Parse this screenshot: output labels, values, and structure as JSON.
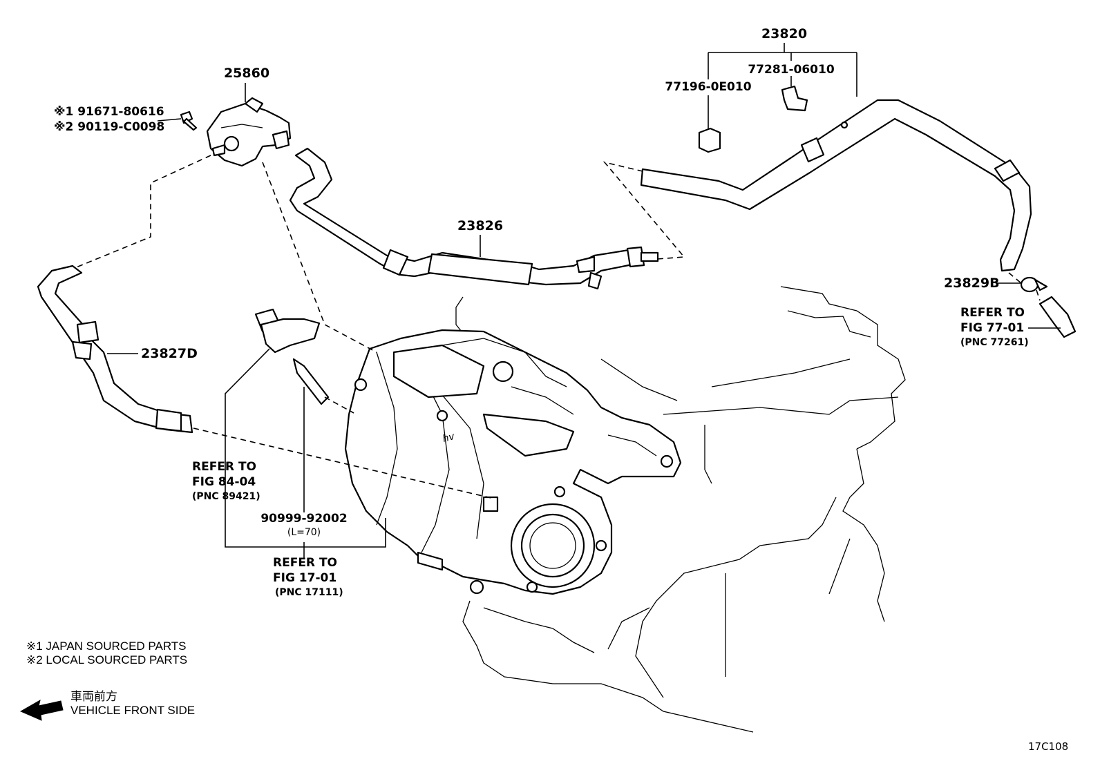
{
  "parts": {
    "p25860": "25860",
    "p23820": "23820",
    "p77281": "77281-06010",
    "p77196": "77196-0E010",
    "p23826": "23826",
    "p23827d": "23827D",
    "p23829b": "23829B",
    "p90999": "90999-92002",
    "p90999_len": "(L=70)",
    "p91671": "※1 91671-80616",
    "p90119": "※2 90119-C0098"
  },
  "references": {
    "fig7701": {
      "line1": "REFER TO",
      "line2": "FIG 77-01",
      "line3": "(PNC 77261)"
    },
    "fig8404": {
      "line1": "REFER TO",
      "line2": "FIG 84-04",
      "line3": "(PNC 89421)"
    },
    "fig1701": {
      "line1": "REFER TO",
      "line2": "FIG 17-01",
      "line3": "(PNC 17111)"
    }
  },
  "notes": {
    "japan": "※1  JAPAN SOURCED PARTS",
    "local": "※2  LOCAL SOURCED PARTS"
  },
  "front": {
    "jp": "車両前方",
    "en": "VEHICLE FRONT SIDE"
  },
  "engine_mark": "hv",
  "figure_id": "17C108"
}
